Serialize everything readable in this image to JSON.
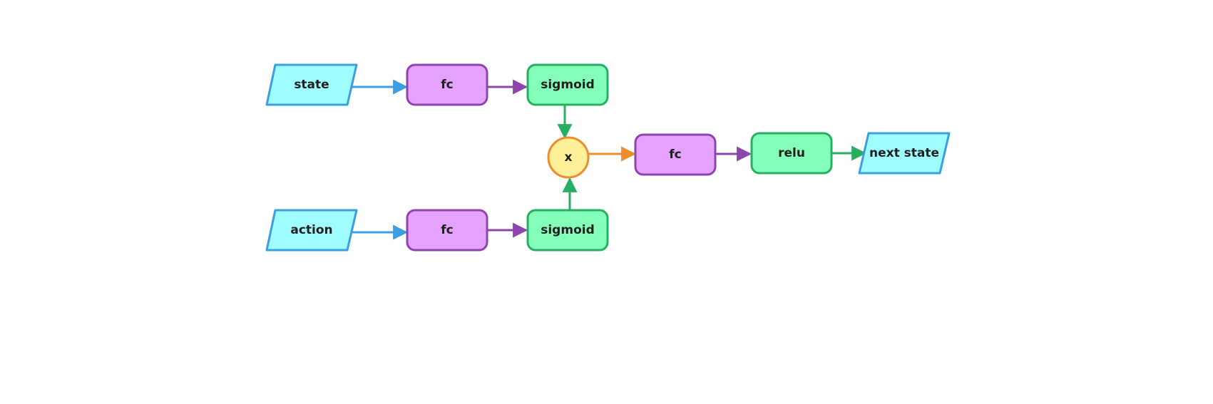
{
  "diagram": {
    "nodes": {
      "state": {
        "label": "state",
        "color": "#9ffcff",
        "border": "#3a9fe0"
      },
      "fc_top": {
        "label": "fc",
        "color": "#e5a3ff",
        "border": "#8e44ad"
      },
      "sigmoid_top": {
        "label": "sigmoid",
        "color": "#84ffb9",
        "border": "#27ae60"
      },
      "action": {
        "label": "action",
        "color": "#9ffcff",
        "border": "#3a9fe0"
      },
      "fc_bottom": {
        "label": "fc",
        "color": "#e5a3ff",
        "border": "#8e44ad"
      },
      "sigmoid_bot": {
        "label": "sigmoid",
        "color": "#84ffb9",
        "border": "#27ae60"
      },
      "multiply": {
        "label": "x",
        "color": "#fff09a",
        "border": "#ec8c2b"
      },
      "fc_out": {
        "label": "fc",
        "color": "#e5a3ff",
        "border": "#8e44ad"
      },
      "relu": {
        "label": "relu",
        "color": "#84ffb9",
        "border": "#27ae60"
      },
      "next_state": {
        "label": "next state",
        "color": "#9ffcff",
        "border": "#3a9fe0"
      }
    },
    "edge_colors": {
      "blue": "#3a9fe0",
      "purple": "#8e44ad",
      "green": "#27ae60",
      "orange": "#ec8c2b"
    }
  }
}
